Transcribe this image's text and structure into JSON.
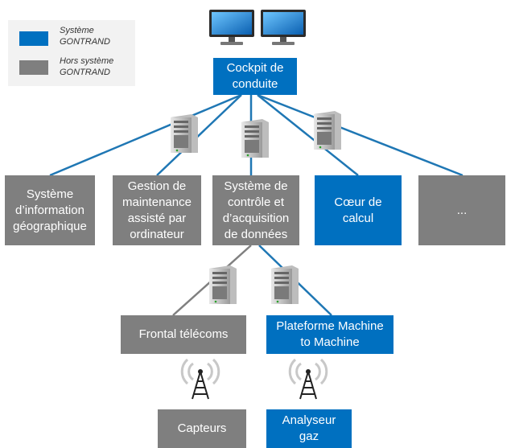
{
  "legend": {
    "items": [
      {
        "label": "Système\nGONTRAND",
        "color": "#0070c0"
      },
      {
        "label": "Hors système\nGONTRAND",
        "color": "#7f7f7f"
      }
    ]
  },
  "nodes": {
    "cockpit": {
      "label": "Cockpit de\nconduite",
      "system": "gontrand"
    },
    "sig": {
      "label": "Système\nd’information\ngéographique",
      "system": "hors"
    },
    "gmao": {
      "label": "Gestion de\nmaintenance\nassisté par\nordinateur",
      "system": "hors"
    },
    "scada": {
      "label": "Système de\ncontrôle et\nd’acquisition\nde données",
      "system": "hors"
    },
    "coeur": {
      "label": "Cœur de\ncalcul",
      "system": "gontrand"
    },
    "other": {
      "label": "...",
      "system": "hors"
    },
    "frontal": {
      "label": "Frontal télécoms",
      "system": "hors"
    },
    "m2m": {
      "label": "Plateforme Machine\nto Machine",
      "system": "gontrand"
    },
    "capteurs": {
      "label": "Capteurs",
      "system": "hors"
    },
    "analyseur": {
      "label": "Analyseur\ngaz",
      "system": "gontrand"
    }
  },
  "colors": {
    "gontrand": "#0070c0",
    "hors": "#7f7f7f",
    "line_blue": "#1f77b4",
    "line_gray": "#808080"
  },
  "icons": [
    "monitor-icon",
    "monitor-icon",
    "server-icon",
    "server-icon",
    "server-icon",
    "server-icon",
    "server-icon",
    "antenna-icon",
    "antenna-icon"
  ]
}
